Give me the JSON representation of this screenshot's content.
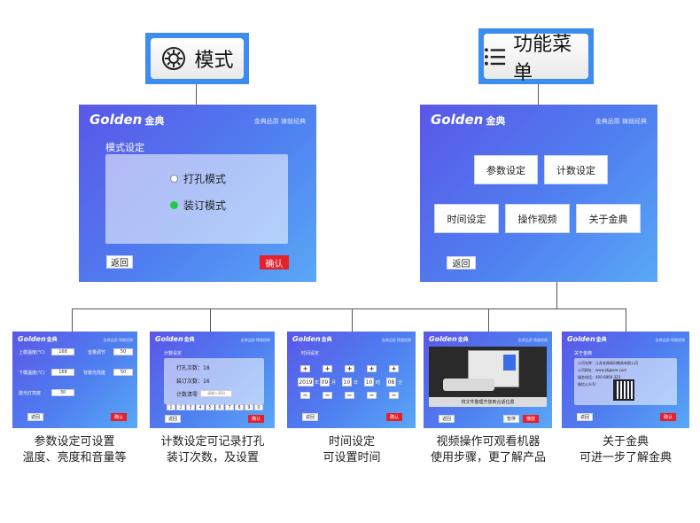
{
  "header_buttons": {
    "mode": {
      "label": "模式",
      "icon": "gear-icon"
    },
    "menu": {
      "label": "功能菜单",
      "icon": "list-icon"
    }
  },
  "brand": {
    "logo": "Golden",
    "logo_cn": "金典",
    "slogan": "金典品质 铸就经典"
  },
  "mode_screen": {
    "title": "模式设定",
    "options": [
      {
        "label": "打孔模式",
        "selected": false
      },
      {
        "label": "装订模式",
        "selected": true
      }
    ],
    "back": "返回",
    "confirm": "确认"
  },
  "menu_screen": {
    "buttons": [
      "参数设定",
      "计数设定",
      "时间设定",
      "操作视频",
      "关于金典"
    ],
    "back": "返回"
  },
  "thumbs": {
    "params": {
      "rows": [
        {
          "left_label": "上模温度(℃)",
          "left_val": "168",
          "right_label": "音量调节",
          "right_val": "50"
        },
        {
          "left_label": "下模温度(℃)",
          "left_val": "168",
          "right_label": "背景光亮度",
          "right_val": "50"
        },
        {
          "left_label": "激光灯亮度",
          "left_val": "30"
        }
      ],
      "back": "返回",
      "confirm": "确认"
    },
    "count": {
      "title": "计数设定",
      "punch": "打孔次数：18",
      "bind": "装订次数：16",
      "clear": "计数清零",
      "clear_placeholder": "请输入密码",
      "keys": [
        "1",
        "2",
        "3",
        "4",
        "5",
        "6",
        "7",
        "8",
        "9",
        "0"
      ],
      "back": "返回",
      "confirm": "确认"
    },
    "time": {
      "title": "时间设定",
      "values": [
        {
          "v": "2019",
          "u": "年"
        },
        {
          "v": "09",
          "u": "月"
        },
        {
          "v": "10",
          "u": "日"
        },
        {
          "v": "10",
          "u": "时"
        },
        {
          "v": "08",
          "u": "分"
        }
      ],
      "back": "返回",
      "confirm": "确认"
    },
    "video": {
      "subtitle": "将文件整理齐放到合适位置",
      "pause": "暂停",
      "play": "播放",
      "back": "返回"
    },
    "about": {
      "title": "关于金典",
      "lines": [
        "公司名称：江苏金典高科教具有限公司",
        "公司网址：www.jdgkom.com",
        "服务电话：400-6866-323",
        "微信公众号："
      ],
      "back": "返回",
      "confirm": "确认"
    }
  },
  "captions": [
    [
      "参数设定可设置",
      "温度、亮度和音量等"
    ],
    [
      "计数设定可记录打孔",
      "装订次数，及设置"
    ],
    [
      "时间设定",
      "可设置时间"
    ],
    [
      "视频操作可观看机器",
      "使用步骤，更了解产品"
    ],
    [
      "关于金典",
      "可进一步了解金典"
    ]
  ],
  "colors": {
    "accent": "#3d8cf0",
    "confirm_red": "#e5202a",
    "selected_green": "#22cc44"
  }
}
